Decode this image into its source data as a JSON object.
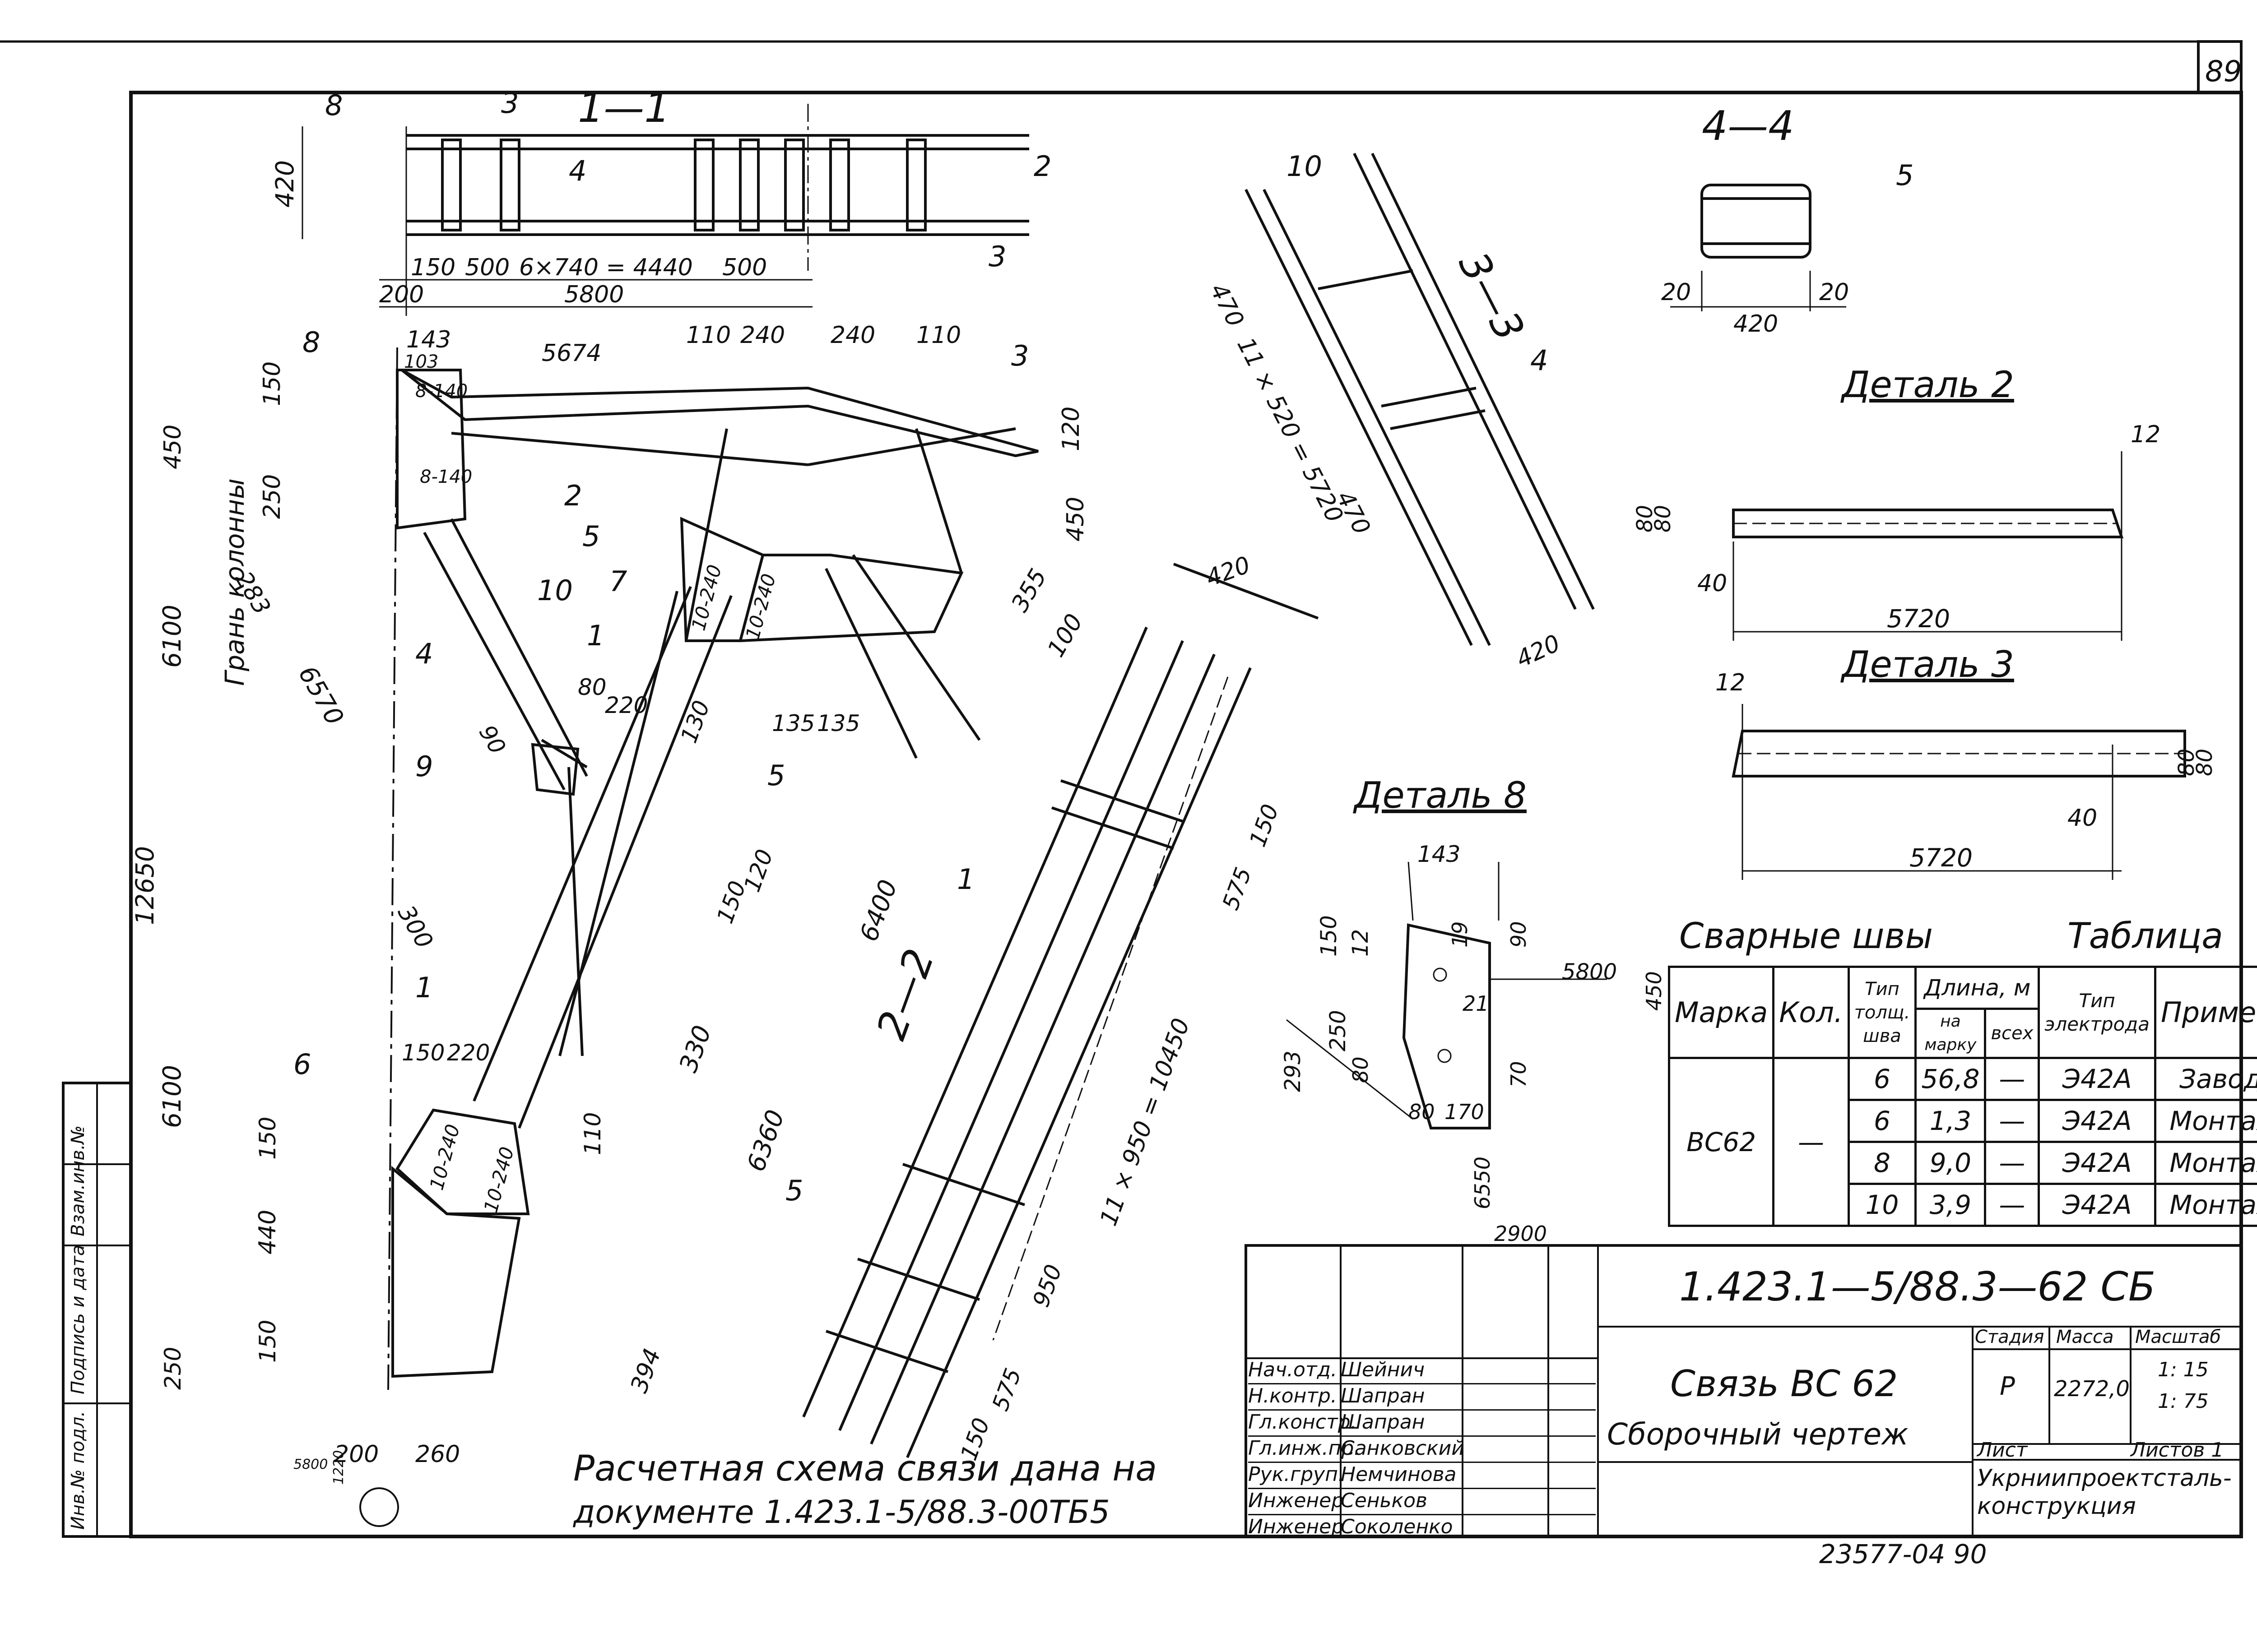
{
  "sheet": {
    "page_number": "89",
    "doc_code": "1.423.1—5/88.3—62 СБ",
    "title": "Связь ВС 62",
    "subtitle": "Сборочный чертеж",
    "stage_header": "Стадия",
    "mass_header": "Масса",
    "scale_header": "Масштаб",
    "stage": "Р",
    "mass": "2272,0",
    "scale_1": "1: 15",
    "scale_2": "1: 75",
    "sheet_label": "Лист",
    "sheets_label": "Листов 1",
    "organization": "Укрниипроектсталь-конструкция",
    "bottom_code": "23577-04   90"
  },
  "staff": [
    {
      "role": "Нач.отд.",
      "name": "Шейнич"
    },
    {
      "role": "Н.контр.",
      "name": "Шапран"
    },
    {
      "role": "Гл.констр.",
      "name": "Шапран"
    },
    {
      "role": "Гл.инж.пр.",
      "name": "Санковский"
    },
    {
      "role": "Рук.груп.",
      "name": "Немчинова"
    },
    {
      "role": "Инженер",
      "name": "Сеньков"
    },
    {
      "role": "Инженер",
      "name": "Соколенко"
    }
  ],
  "side_stamp": [
    "Инв.№ подл.",
    "Подпись и дата",
    "Взам.инв.№"
  ],
  "note": {
    "line1": "Расчетная схема связи дана на",
    "line2": "документе  1.423.1-5/88.3-00ТБ5"
  },
  "views": {
    "v11": "1—1",
    "v22": "2—2",
    "v33": "3—3",
    "v44": "4—4",
    "det2": "Деталь 2",
    "det3": "Деталь 3",
    "det8": "Деталь 8",
    "grань": "Грань колонны"
  },
  "weld_table": {
    "caption_left": "Сварные швы",
    "caption_right": "Таблица",
    "headers": {
      "mark": "Марка",
      "qty": "Кол.",
      "type": "Тип толщ. шва",
      "length": "Длина, м",
      "per_mark": "на марку",
      "total": "всех",
      "electrode": "Тип электрода",
      "note": "Примечание"
    },
    "mark": "ВС62",
    "qty": "—",
    "rows": [
      {
        "type": "6",
        "per_mark": "56,8",
        "total": "—",
        "electrode": "Э42А",
        "note": "Заводской"
      },
      {
        "type": "6",
        "per_mark": "1,3",
        "total": "—",
        "electrode": "Э42А",
        "note": "Монтажный"
      },
      {
        "type": "8",
        "per_mark": "9,0",
        "total": "—",
        "electrode": "Э42А",
        "note": "Монтажный"
      },
      {
        "type": "10",
        "per_mark": "3,9",
        "total": "—",
        "electrode": "Э42А",
        "note": "Монтажный"
      }
    ]
  },
  "dims": {
    "d420": "420",
    "d150": "150",
    "d500": "500",
    "d6x740": "6×740 = 4440",
    "d500b": "500",
    "d200": "200",
    "d5800": "5800",
    "d143": "143",
    "d5674": "5674",
    "d110": "110",
    "d240": "240",
    "d240b": "240",
    "d110b": "110",
    "d103": "103",
    "d150b": "150",
    "d250": "250",
    "d450": "450",
    "d120": "120",
    "d283": "283",
    "d6100": "6100",
    "d6570": "6570",
    "d12650": "12650",
    "d6100b": "6100",
    "d450b": "450",
    "d355": "355",
    "d100": "100",
    "d135": "135",
    "d135b": "135",
    "d80": "80",
    "d220": "220",
    "d90": "90",
    "d130": "130",
    "d300": "300",
    "d150c": "150",
    "d120b": "120",
    "d330": "330",
    "d150d": "150",
    "d220b": "220",
    "d110c": "110",
    "d150e": "150",
    "d440": "440",
    "d150f": "150",
    "d250b": "250",
    "d200b": "200",
    "d260": "260",
    "d394": "394",
    "d6360": "6360",
    "d6400": "6400",
    "d5800b": "5800",
    "d1220": "1220",
    "d420b": "420",
    "d575": "575",
    "d150g": "150",
    "d11x950": "11 × 950 = 10450",
    "d950": "950",
    "d575b": "575",
    "d150h": "150",
    "d470": "470",
    "d11x520": "11 × 520 = 5720",
    "d470b": "470",
    "d420c": "420",
    "d20": "20",
    "d420d": "420",
    "d20b": "20",
    "d12": "12",
    "d80a": "80",
    "d80b": "80",
    "d40": "40",
    "d5720": "5720",
    "d12b": "12",
    "d80c": "80",
    "d80d": "80",
    "d40b": "40",
    "d5720b": "5720",
    "d143b": "143",
    "d150i": "150",
    "d12c": "12",
    "d19": "19",
    "d90b": "90",
    "d21": "21",
    "d5800c": "5800",
    "d450c": "450",
    "d250c": "250",
    "d80e": "80",
    "d293": "293",
    "d70": "70",
    "d80f": "80",
    "d170": "170",
    "d6550": "6550",
    "d2900": "2900",
    "p10_240": "10-240",
    "p10_240b": "10-240",
    "p10_240c": "10-240",
    "p10_240d": "10-240",
    "p8_140": "8-140",
    "p8_140b": "8-140"
  },
  "marks": [
    "1",
    "2",
    "3",
    "4",
    "5",
    "6",
    "7",
    "8",
    "9",
    "10"
  ]
}
